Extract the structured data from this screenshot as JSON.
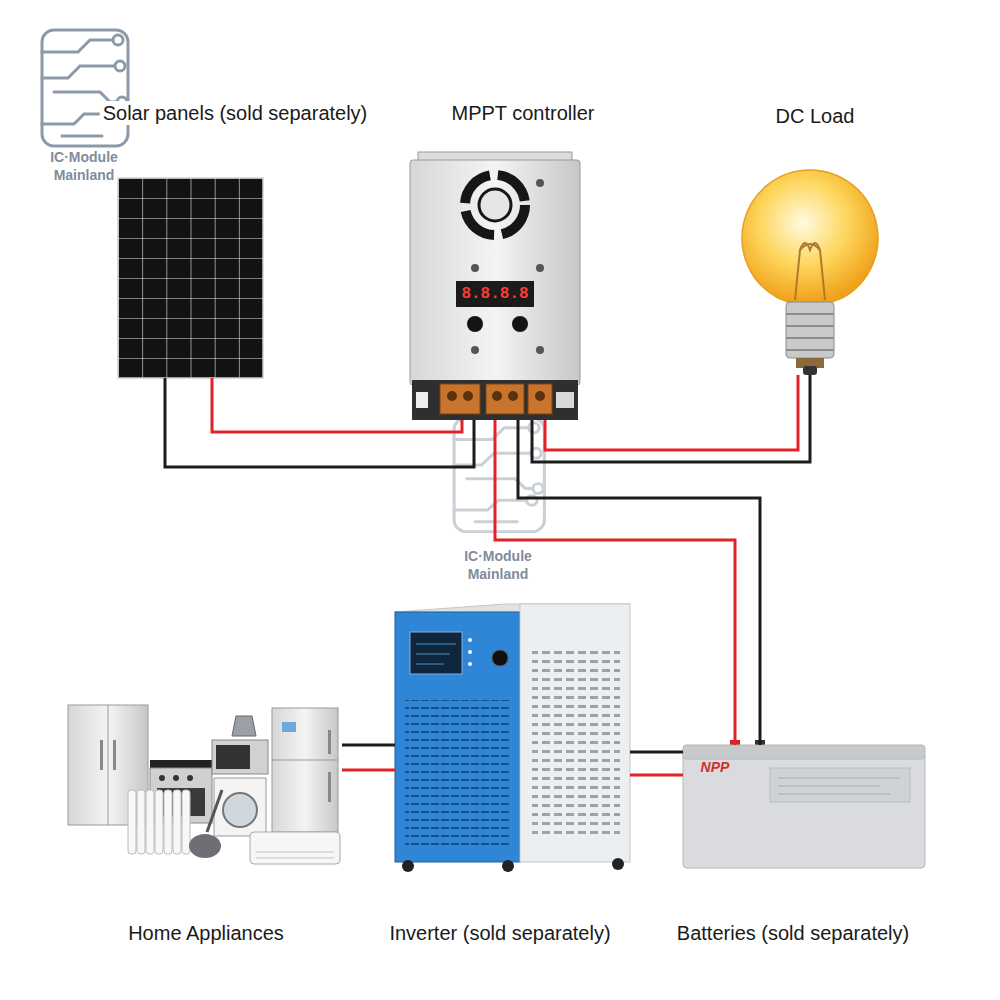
{
  "diagram": {
    "nodes": [
      {
        "text": [
          "Solar panels (sold separately)"
        ]
      },
      {
        "text": [
          "MPPT controller"
        ]
      },
      {
        "text": [
          "DC Load"
        ]
      },
      {
        "text": [
          "Home Appliances"
        ]
      },
      {
        "text": [
          "Inverter (sold separately)"
        ]
      },
      {
        "text": [
          "Batteries (sold separately)"
        ]
      }
    ],
    "edges": [
      {
        "from": 0,
        "to": 1,
        "arrow": "none"
      },
      {
        "from": 1,
        "to": 2,
        "arrow": "none"
      },
      {
        "from": 1,
        "to": 5,
        "arrow": "none"
      },
      {
        "from": 3,
        "to": 4,
        "arrow": "none"
      },
      {
        "from": 4,
        "to": 5,
        "arrow": "none"
      }
    ],
    "labels": [
      "IC·Module Mainland",
      "IC·Module Mainland",
      "8.8.8.8",
      "NPP"
    ]
  }
}
